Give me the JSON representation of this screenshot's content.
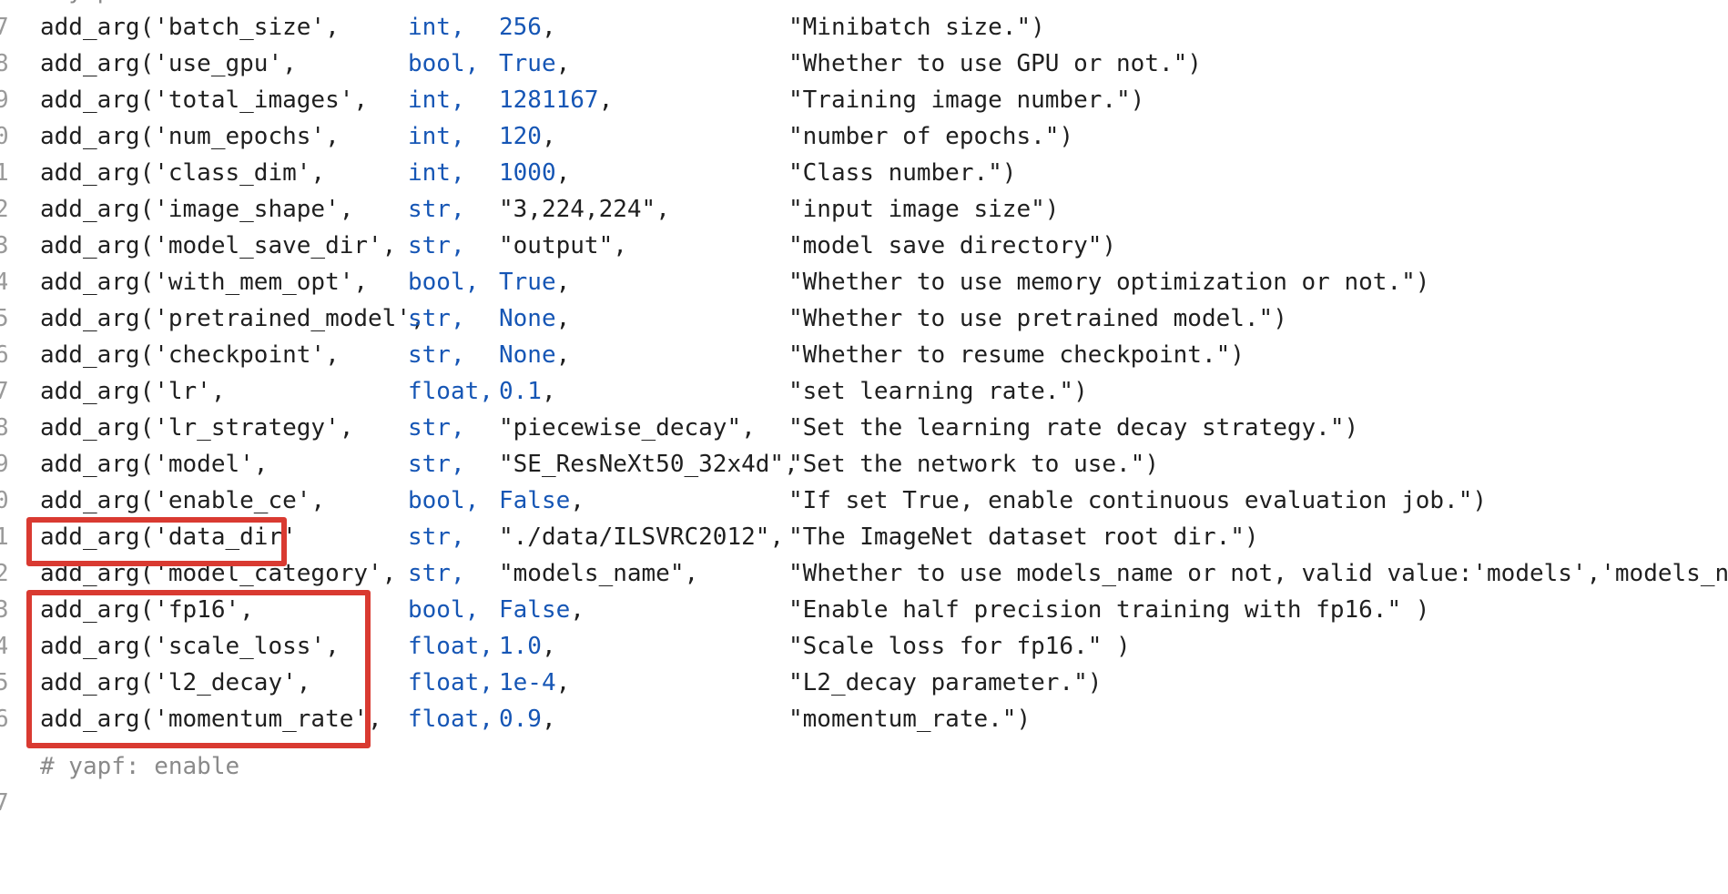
{
  "editor": {
    "top_partial_comment": "# yapf: disable",
    "footer_comment": "# yapf: enable",
    "line_number_fragments": [
      "7",
      "8",
      "9",
      "0",
      "1",
      "2",
      "3",
      "4",
      "5",
      "6",
      "7",
      "8",
      "9",
      "0",
      "1",
      "2",
      "3",
      "4",
      "5",
      "6",
      "7"
    ],
    "rows": [
      {
        "call": "add_arg('batch_size',",
        "type": "int,",
        "default": "256",
        "default_kind": "num",
        "help": "\"Minibatch size.\")"
      },
      {
        "call": "add_arg('use_gpu',",
        "type": "bool,",
        "default": "True",
        "default_kind": "kw",
        "help": "\"Whether to use GPU or not.\")"
      },
      {
        "call": "add_arg('total_images',",
        "type": "int,",
        "default": "1281167",
        "default_kind": "num",
        "help": "\"Training image number.\")"
      },
      {
        "call": "add_arg('num_epochs',",
        "type": "int,",
        "default": "120",
        "default_kind": "num",
        "help": "\"number of epochs.\")"
      },
      {
        "call": "add_arg('class_dim',",
        "type": "int,",
        "default": "1000",
        "default_kind": "num",
        "help": "\"Class number.\")"
      },
      {
        "call": "add_arg('image_shape',",
        "type": "str,",
        "default": "\"3,224,224\"",
        "default_kind": "str",
        "help": "\"input image size\")"
      },
      {
        "call": "add_arg('model_save_dir',",
        "type": "str,",
        "default": "\"output\"",
        "default_kind": "str",
        "help": "\"model save directory\")"
      },
      {
        "call": "add_arg('with_mem_opt',",
        "type": "bool,",
        "default": "True",
        "default_kind": "kw",
        "help": "\"Whether to use memory optimization or not.\")"
      },
      {
        "call": "add_arg('pretrained_model',",
        "type": "str,",
        "default": "None",
        "default_kind": "kw",
        "help": "\"Whether to use pretrained model.\")"
      },
      {
        "call": "add_arg('checkpoint',",
        "type": "str,",
        "default": "None",
        "default_kind": "kw",
        "help": "\"Whether to resume checkpoint.\")"
      },
      {
        "call": "add_arg('lr',",
        "type": "float,",
        "default": "0.1",
        "default_kind": "num",
        "help": "\"set learning rate.\")"
      },
      {
        "call": "add_arg('lr_strategy',",
        "type": "str,",
        "default": "\"piecewise_decay\"",
        "default_kind": "str",
        "help": "\"Set the learning rate decay strategy.\")"
      },
      {
        "call": "add_arg('model',",
        "type": "str,",
        "default": "\"SE_ResNeXt50_32x4d\"",
        "default_kind": "str",
        "help": "\"Set the network to use.\")"
      },
      {
        "call": "add_arg('enable_ce',",
        "type": "bool,",
        "default": "False",
        "default_kind": "kw",
        "help": "\"If set True, enable continuous evaluation job.\")"
      },
      {
        "call": "add_arg('data_dir'",
        "type": "str,",
        "default": "\"./data/ILSVRC2012\"",
        "default_kind": "str",
        "help": "\"The ImageNet dataset root dir.\")"
      },
      {
        "call": "add_arg('model_category',",
        "type": "str,",
        "default": "\"models_name\"",
        "default_kind": "str",
        "help": "\"Whether to use models_name or not, valid value:'models','models_name'"
      },
      {
        "call": "add_arg('fp16',",
        "type": "bool,",
        "default": "False",
        "default_kind": "kw",
        "help": "\"Enable half precision training with fp16.\" )"
      },
      {
        "call": "add_arg('scale_loss',",
        "type": "float,",
        "default": "1.0",
        "default_kind": "num",
        "help": "\"Scale loss for fp16.\" )"
      },
      {
        "call": "add_arg('l2_decay',",
        "type": "float,",
        "default": "1e-4",
        "default_kind": "num",
        "help": "\"L2_decay parameter.\")"
      },
      {
        "call": "add_arg('momentum_rate',",
        "type": "float,",
        "default": "0.9",
        "default_kind": "num",
        "help": "\"momentum_rate.\")"
      }
    ],
    "highlight_color": "#d93a31",
    "keyword_color": "#1656b5"
  }
}
